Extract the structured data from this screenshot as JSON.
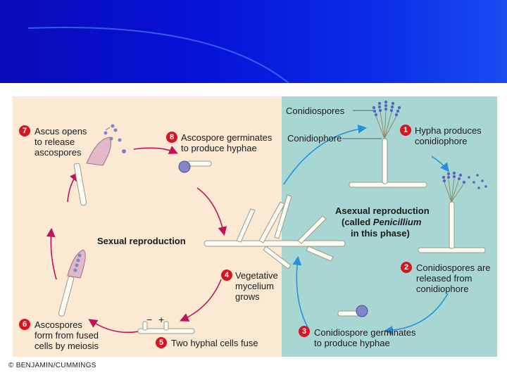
{
  "labels": {
    "conidiospores": "Conidiospores",
    "conidiophore": "Conidiophore",
    "sexual_reproduction": "Sexual reproduction",
    "asexual_line1": "Asexual reproduction",
    "asexual_line2_pre": "(called ",
    "asexual_line2_italic": "Penicillium",
    "asexual_line3": "in this phase)",
    "minus_sign": "−",
    "plus_sign": "+"
  },
  "steps": [
    {
      "num": "1",
      "lines": [
        "Hypha produces",
        "conidiophore"
      ]
    },
    {
      "num": "2",
      "lines": [
        "Conidiospores are",
        "released from",
        "conidiophore"
      ]
    },
    {
      "num": "3",
      "lines": [
        "Conidiospore germinates",
        "to produce hyphae"
      ]
    },
    {
      "num": "4",
      "lines": [
        "Vegetative",
        "mycelium",
        "grows"
      ]
    },
    {
      "num": "5",
      "lines": [
        "Two hyphal cells fuse"
      ]
    },
    {
      "num": "6",
      "lines": [
        "Ascospores",
        "form from fused",
        "cells by meiosis"
      ]
    },
    {
      "num": "7",
      "lines": [
        "Ascus opens",
        "to release",
        "ascospores"
      ]
    },
    {
      "num": "8",
      "lines": [
        "Ascospore germinates",
        "to produce hyphae"
      ]
    }
  ],
  "copyright": "© BENJAMIN/CUMMINGS",
  "colors": {
    "header_blue": "#0712d8",
    "sexual_bg": "#fbe9d4",
    "asexual_bg": "#a8d7d3",
    "sexual_arrow": "#c0125a",
    "asexual_arrow": "#2a8fd6",
    "step_badge": "#d7141f"
  }
}
